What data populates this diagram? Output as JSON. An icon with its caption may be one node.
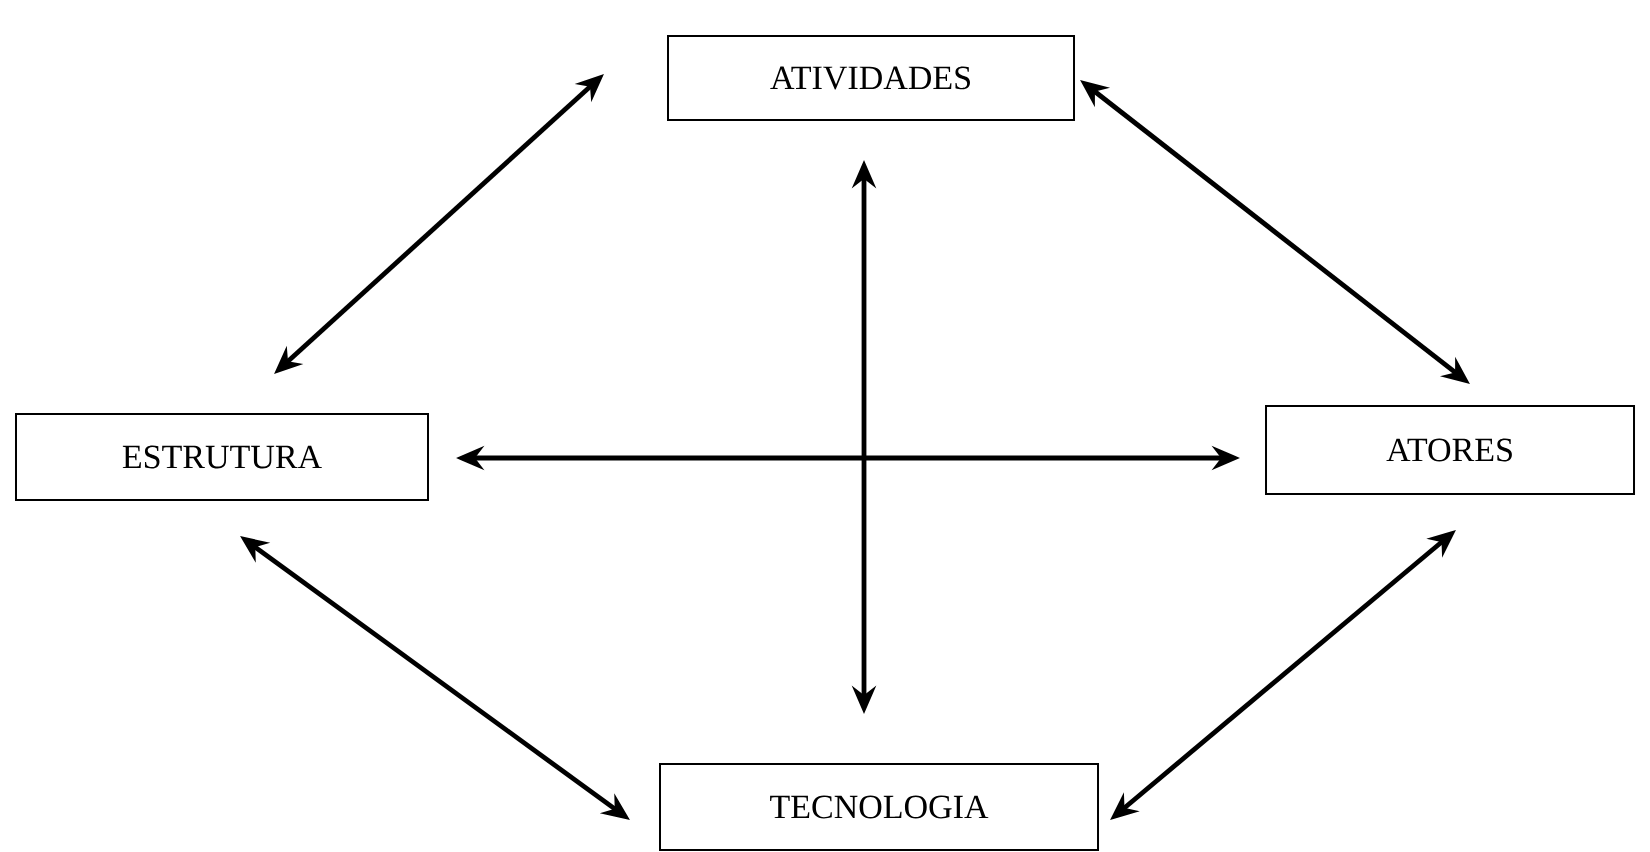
{
  "diagram": {
    "nodes": [
      {
        "text": [
          "ATIVIDADES"
        ]
      },
      {
        "text": [
          "ESTRUTURA"
        ]
      },
      {
        "text": [
          "ATORES"
        ]
      },
      {
        "text": [
          "TECNOLOGIA"
        ]
      }
    ],
    "edges": [
      {
        "from": 0,
        "to": 1,
        "arrow": "both"
      },
      {
        "from": 0,
        "to": 2,
        "arrow": "both"
      },
      {
        "from": 0,
        "to": 3,
        "arrow": "both"
      },
      {
        "from": 1,
        "to": 2,
        "arrow": "both"
      },
      {
        "from": 1,
        "to": 3,
        "arrow": "both"
      },
      {
        "from": 2,
        "to": 3,
        "arrow": "both"
      }
    ]
  }
}
